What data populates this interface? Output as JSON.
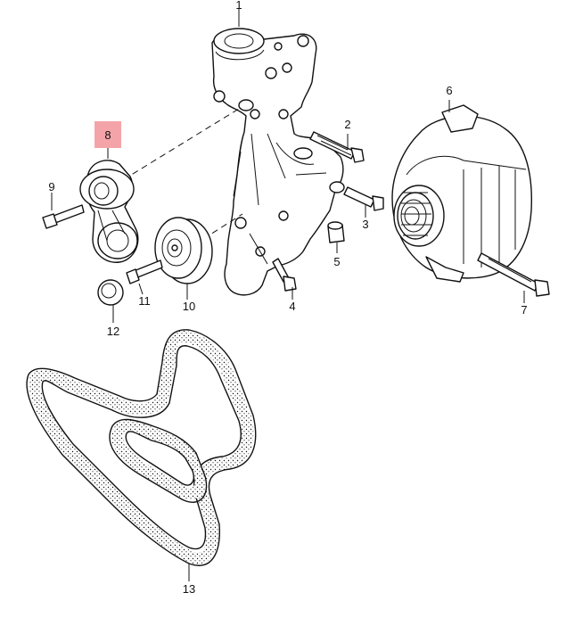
{
  "highlight_color": "#f4a4a8",
  "callouts": [
    {
      "id": "1",
      "label": "1"
    },
    {
      "id": "2",
      "label": "2"
    },
    {
      "id": "3",
      "label": "3"
    },
    {
      "id": "4",
      "label": "4"
    },
    {
      "id": "5",
      "label": "5"
    },
    {
      "id": "6",
      "label": "6"
    },
    {
      "id": "7",
      "label": "7"
    },
    {
      "id": "8",
      "label": "8",
      "highlighted": true
    },
    {
      "id": "9",
      "label": "9"
    },
    {
      "id": "10",
      "label": "10"
    },
    {
      "id": "11",
      "label": "11"
    },
    {
      "id": "12",
      "label": "12"
    },
    {
      "id": "13",
      "label": "13"
    }
  ]
}
